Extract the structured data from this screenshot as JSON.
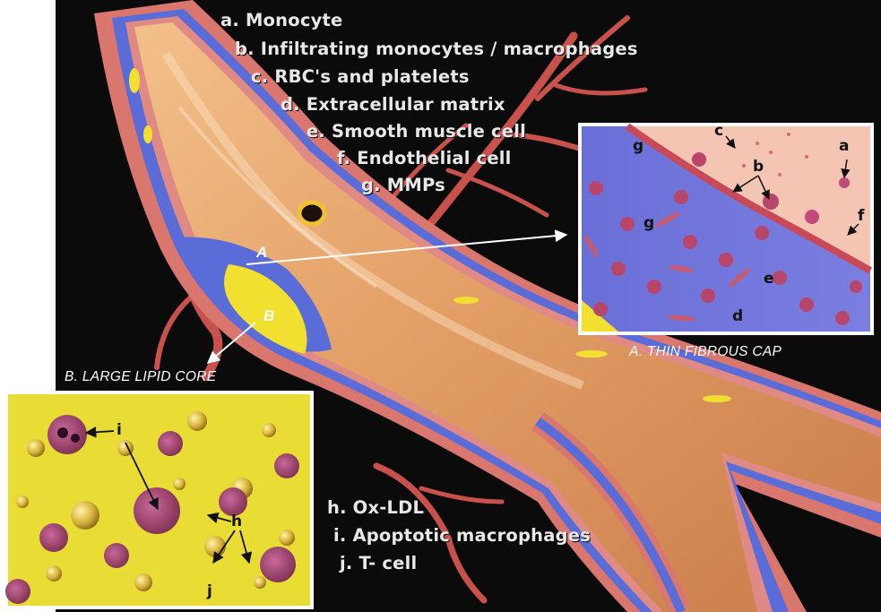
{
  "legend_top": [
    "a. Monocyte",
    "b. Infiltrating monocytes / macrophages",
    "c. RBC's and platelets",
    "d. Extracellular matrix",
    "e. Smooth muscle cell",
    "f. Endothelial cell",
    "g. MMPs"
  ],
  "legend_bottom": [
    "h. Ox-LDL",
    "i. Apoptotic macrophages",
    "j. T- cell"
  ],
  "regions": {
    "a": "A",
    "b": "B"
  },
  "captions": {
    "inset_a": "A. THIN FIBROUS CAP",
    "inset_b": "B. LARGE LIPID CORE"
  },
  "inset_a_labels": {
    "a": "a",
    "b": "b",
    "c": "c",
    "d": "d",
    "e": "e",
    "f": "f",
    "g1": "g",
    "g2": "g"
  },
  "inset_b_labels": {
    "i": "i",
    "h": "h",
    "j": "j"
  },
  "colors": {
    "background": "#0a0a0a",
    "artery_outer": "#d9766e",
    "intima_blue": "#5a6cd8",
    "lumen": "#e8a26a",
    "lipid_yellow": "#f2e030",
    "cap_matrix": "#6e72d6",
    "lipid_core_bg": "#e9dd35"
  }
}
